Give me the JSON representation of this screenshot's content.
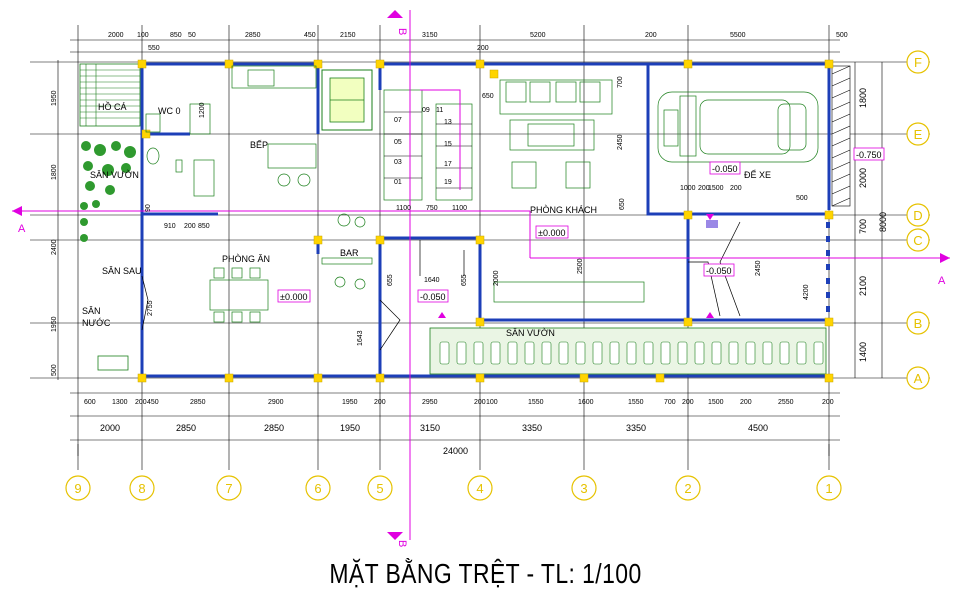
{
  "title": "MẶT BẰNG TRỆT - TL: 1/100",
  "rooms": {
    "ho_ca": "HỒ CÁ",
    "wc": "WC 0",
    "bep": "BẾP",
    "san_vuon_left": "SÂN VƯỜN",
    "san_sau": "SÂN SAU",
    "san_nuoc_1": "SÂN",
    "san_nuoc_2": "NƯỚC",
    "phong_an": "PHÒNG ĂN",
    "bar": "BAR",
    "phong_khach": "PHÒNG KHÁCH",
    "de_xe": "ĐỂ XE",
    "san_vuon_front": "SÂN VƯỜN"
  },
  "levels": {
    "phong_an": "±0.000",
    "phong_khach": "±0.000",
    "bar": "-0.050",
    "entry": "-0.050",
    "de_xe": "-0.050",
    "outside": "-0.750"
  },
  "section_marks": {
    "a": "A",
    "b": "B"
  },
  "axes_bottom": [
    "9",
    "8",
    "7",
    "6",
    "5",
    "4",
    "3",
    "2",
    "1"
  ],
  "axes_right": [
    "F",
    "E",
    "D",
    "C",
    "B",
    "A"
  ],
  "dims_top": [
    "2000",
    "100",
    "550",
    "850",
    "50",
    "2850",
    "450",
    "2150",
    "3150",
    "200",
    "5200",
    "200",
    "5500",
    "500"
  ],
  "dims_bottom_detail": [
    "600",
    "1300",
    "200",
    "450",
    "2850",
    "2900",
    "1950",
    "200",
    "2950",
    "200",
    "100",
    "1550",
    "1600",
    "1550",
    "700",
    "200",
    "1500",
    "200",
    "2550",
    "200"
  ],
  "dims_bottom_main": [
    "2000",
    "2850",
    "2850",
    "1950",
    "3150",
    "3350",
    "3350",
    "4500"
  ],
  "dim_total": "24000",
  "dims_right_detail": [
    "1800",
    "2000",
    "700",
    "2100",
    "1400"
  ],
  "dim_right_total": "8000",
  "dims_left": [
    "1950",
    "1800",
    "2400",
    "1950",
    "500"
  ],
  "dims_interior": [
    "1200",
    "650",
    "700",
    "2450",
    "650",
    "2000",
    "2500",
    "2450",
    "4200",
    "1000",
    "200",
    "1500",
    "200",
    "500",
    "1100",
    "750",
    "1100",
    "910",
    "200",
    "850",
    "1640",
    "655",
    "655",
    "2755",
    "1643",
    "90"
  ],
  "stair_steps": [
    "07",
    "05",
    "03",
    "01",
    "13",
    "15",
    "17",
    "19",
    "09",
    "11"
  ]
}
